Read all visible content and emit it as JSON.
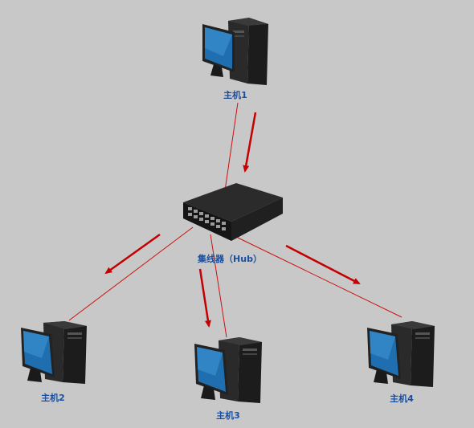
{
  "nodes": {
    "host1": {
      "label": "主机1"
    },
    "hub": {
      "label": "集线器（Hub）"
    },
    "host2": {
      "label": "主机2"
    },
    "host3": {
      "label": "主机3"
    },
    "host4": {
      "label": "主机4"
    }
  },
  "colors": {
    "background": "#c8c8c8",
    "wire": "#cc1111",
    "arrow": "#c40000",
    "label": "#1a4fa0"
  }
}
